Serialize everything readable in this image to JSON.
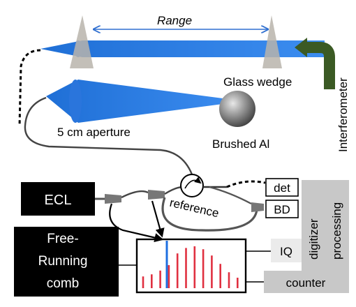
{
  "labels": {
    "range": "Range",
    "glass_wedge": "Glass wedge",
    "interferometer": "Interferometer",
    "aperture": "5 cm aperture",
    "target": "Brushed Al",
    "ecl": "ECL",
    "reference": "reference",
    "det": "det",
    "bd": "BD",
    "digitizer": "digitizer",
    "processing": "processing",
    "comb_line1": "Free-",
    "comb_line2": "Running",
    "comb_line3": "comb",
    "iq": "IQ",
    "counter": "counter"
  },
  "spectrum": {
    "highlighted_line": "blue",
    "relative_heights": [
      0.28,
      0.33,
      0.42,
      0.55,
      0.83,
      0.96,
      1.0,
      0.93,
      0.78,
      0.58,
      0.38,
      0.25
    ]
  },
  "colors": {
    "beam": "#2f7de0",
    "interferometer_arrow": "#3b5a24",
    "wedge": "#b8b3ab",
    "box_dark": "#000000",
    "panel_gray": "#c8c8c8",
    "spectrum_line": "#e03040",
    "spectrum_marker": "#1e6fe0"
  }
}
